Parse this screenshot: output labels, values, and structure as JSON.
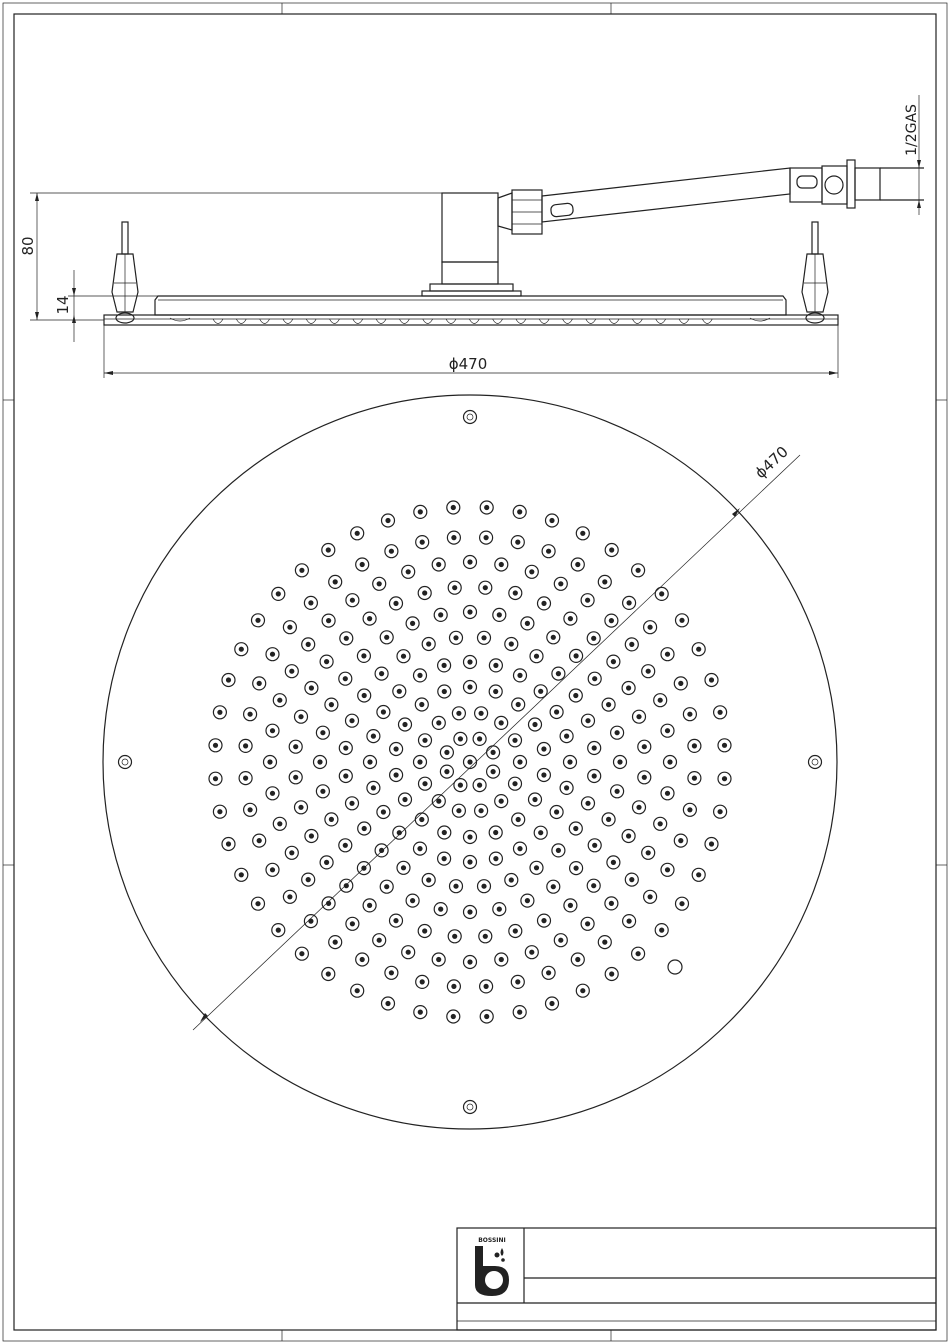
{
  "dimensions": {
    "height_total": "80",
    "height_plate": "14",
    "side_diameter": "ϕ470",
    "plan_diameter": "ϕ470",
    "thread": "1/2GAS"
  },
  "title_block": {
    "brand": "BOSSINI"
  },
  "colors": {
    "line": "#222222",
    "background": "#ffffff"
  }
}
